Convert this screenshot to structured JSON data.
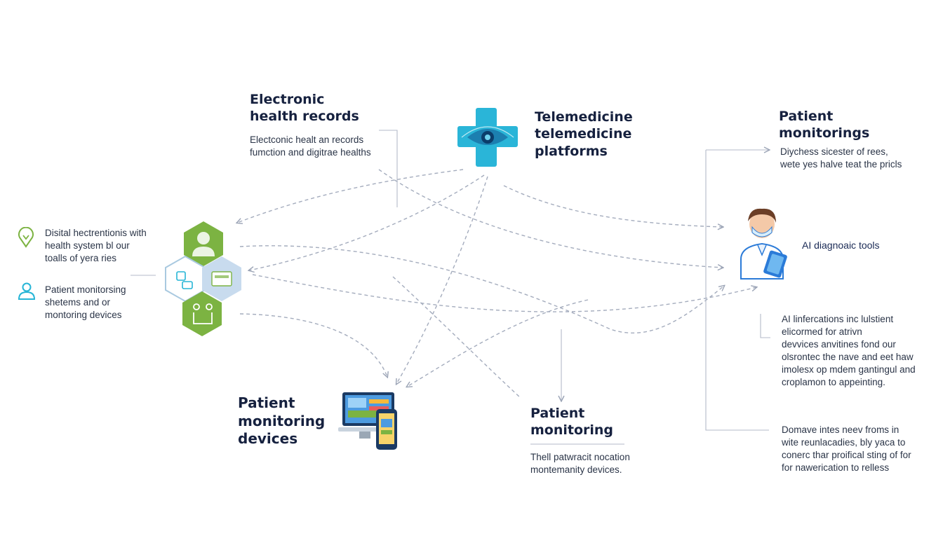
{
  "diagram": {
    "ehr": {
      "title": [
        "Electronic",
        "health records"
      ],
      "desc": [
        "Electconic healt an records",
        "fumction and digitrae healths"
      ]
    },
    "telemedicine": {
      "title": [
        "Telemedicine",
        "telemedicine",
        "platforms"
      ]
    },
    "patient_monitoring_top": {
      "title": [
        "Patient",
        "monitorings"
      ],
      "desc": [
        "Diychess sicester of rees,",
        "wete yes halve teat the pricls"
      ]
    },
    "ai_tools": {
      "label": "AI diagnoaic tools"
    },
    "left_items": [
      {
        "icon": "location-pin-icon",
        "lines": [
          "Disital hectrentionis with",
          "health system bl our",
          "toalls of yera ries"
        ]
      },
      {
        "icon": "person-icon",
        "lines": [
          "Patient monitorsing",
          "shetems and or",
          "montoring devices"
        ]
      }
    ],
    "devices": {
      "title": [
        "Patient",
        "monitoring",
        "devices"
      ]
    },
    "patient_monitoring_bottom": {
      "title": [
        "Patient",
        "monitoring"
      ],
      "desc": [
        "Thell patwracit nocation",
        "montemanity devices."
      ]
    },
    "ai_desc": {
      "lines": [
        "AI linfercations inc lulstient",
        "elicormed for atrivn",
        "devvices anvitines fond our",
        "olsrontec the nave and eet haw",
        "imolesx op mdem gantingul and",
        "croplamon to appeinting."
      ]
    },
    "final_desc": {
      "lines": [
        "Domave intes neev froms in",
        "wite reunlacadies, bly yaca to",
        "conerc thar proifical sting of for",
        "for nawerication to relless"
      ]
    },
    "colors": {
      "accent_green": "#7cb342",
      "accent_cyan": "#26b5d6",
      "accent_blue": "#2b7bd8",
      "connector": "#9aa3b5",
      "title_navy": "#16213f"
    }
  }
}
